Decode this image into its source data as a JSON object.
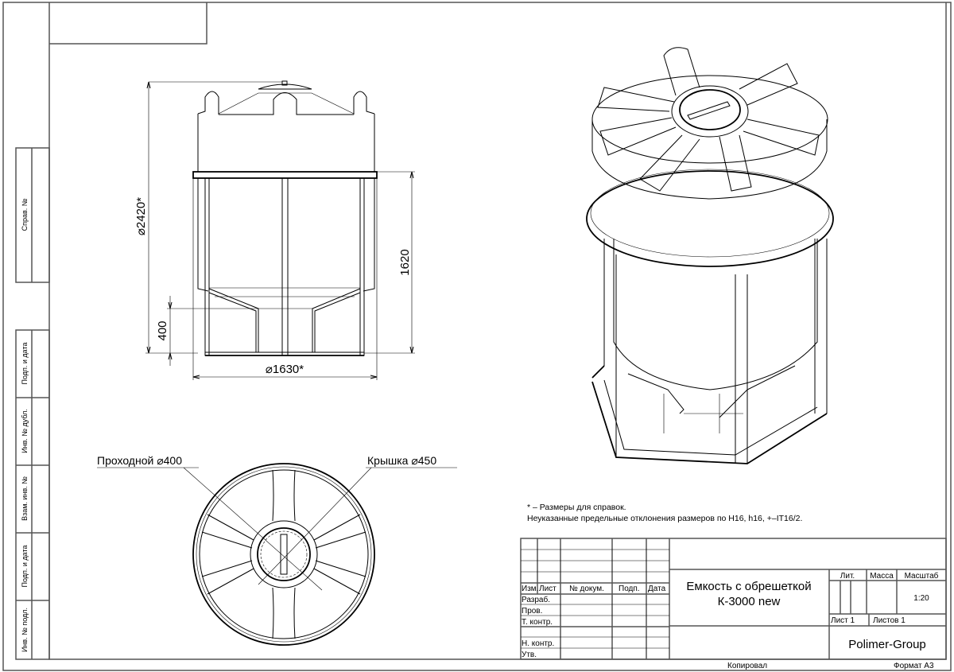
{
  "margin_stamp": {
    "sprav": "Справ. №",
    "podp_data_1": "Подп. и дата",
    "inv_dubl": "Инв. № дубл.",
    "vzam_inv": "Взам. инв. №",
    "podp_data_2": "Подп. и дата",
    "inv_podl": "Инв. № подл."
  },
  "front_view": {
    "dim_height_total": "⌀2420*",
    "dim_frame_height": "1620",
    "dim_cone": "400",
    "dim_diameter": "⌀1630*"
  },
  "top_view": {
    "label_manhole": "Проходной ⌀400",
    "label_lid": "Крышка ⌀450"
  },
  "notes": {
    "line1": "* – Размеры для справок.",
    "line2": "Неуказанные предельные отклонения размеров по H16, h16, +–IT16/2."
  },
  "title_block": {
    "col_izm": "Изм.",
    "col_list": "Лист",
    "col_doc": "№ докум.",
    "col_sign": "Подп.",
    "col_date": "Дата",
    "row_razrab": "Разраб.",
    "row_prov": "Пров.",
    "row_tkontr": "Т. контр.",
    "row_nkontr": "Н. контр.",
    "row_utv": "Утв.",
    "title_line1": "Емкость с обрешеткой",
    "title_line2": "К-3000 new",
    "lit": "Лит.",
    "mass": "Масса",
    "scale_label": "Масштаб",
    "scale_value": "1:20",
    "sheet": "Лист 1",
    "sheets": "Листов 1",
    "company": "Polimer-Group",
    "copied": "Копировал",
    "format": "Формат А3"
  }
}
